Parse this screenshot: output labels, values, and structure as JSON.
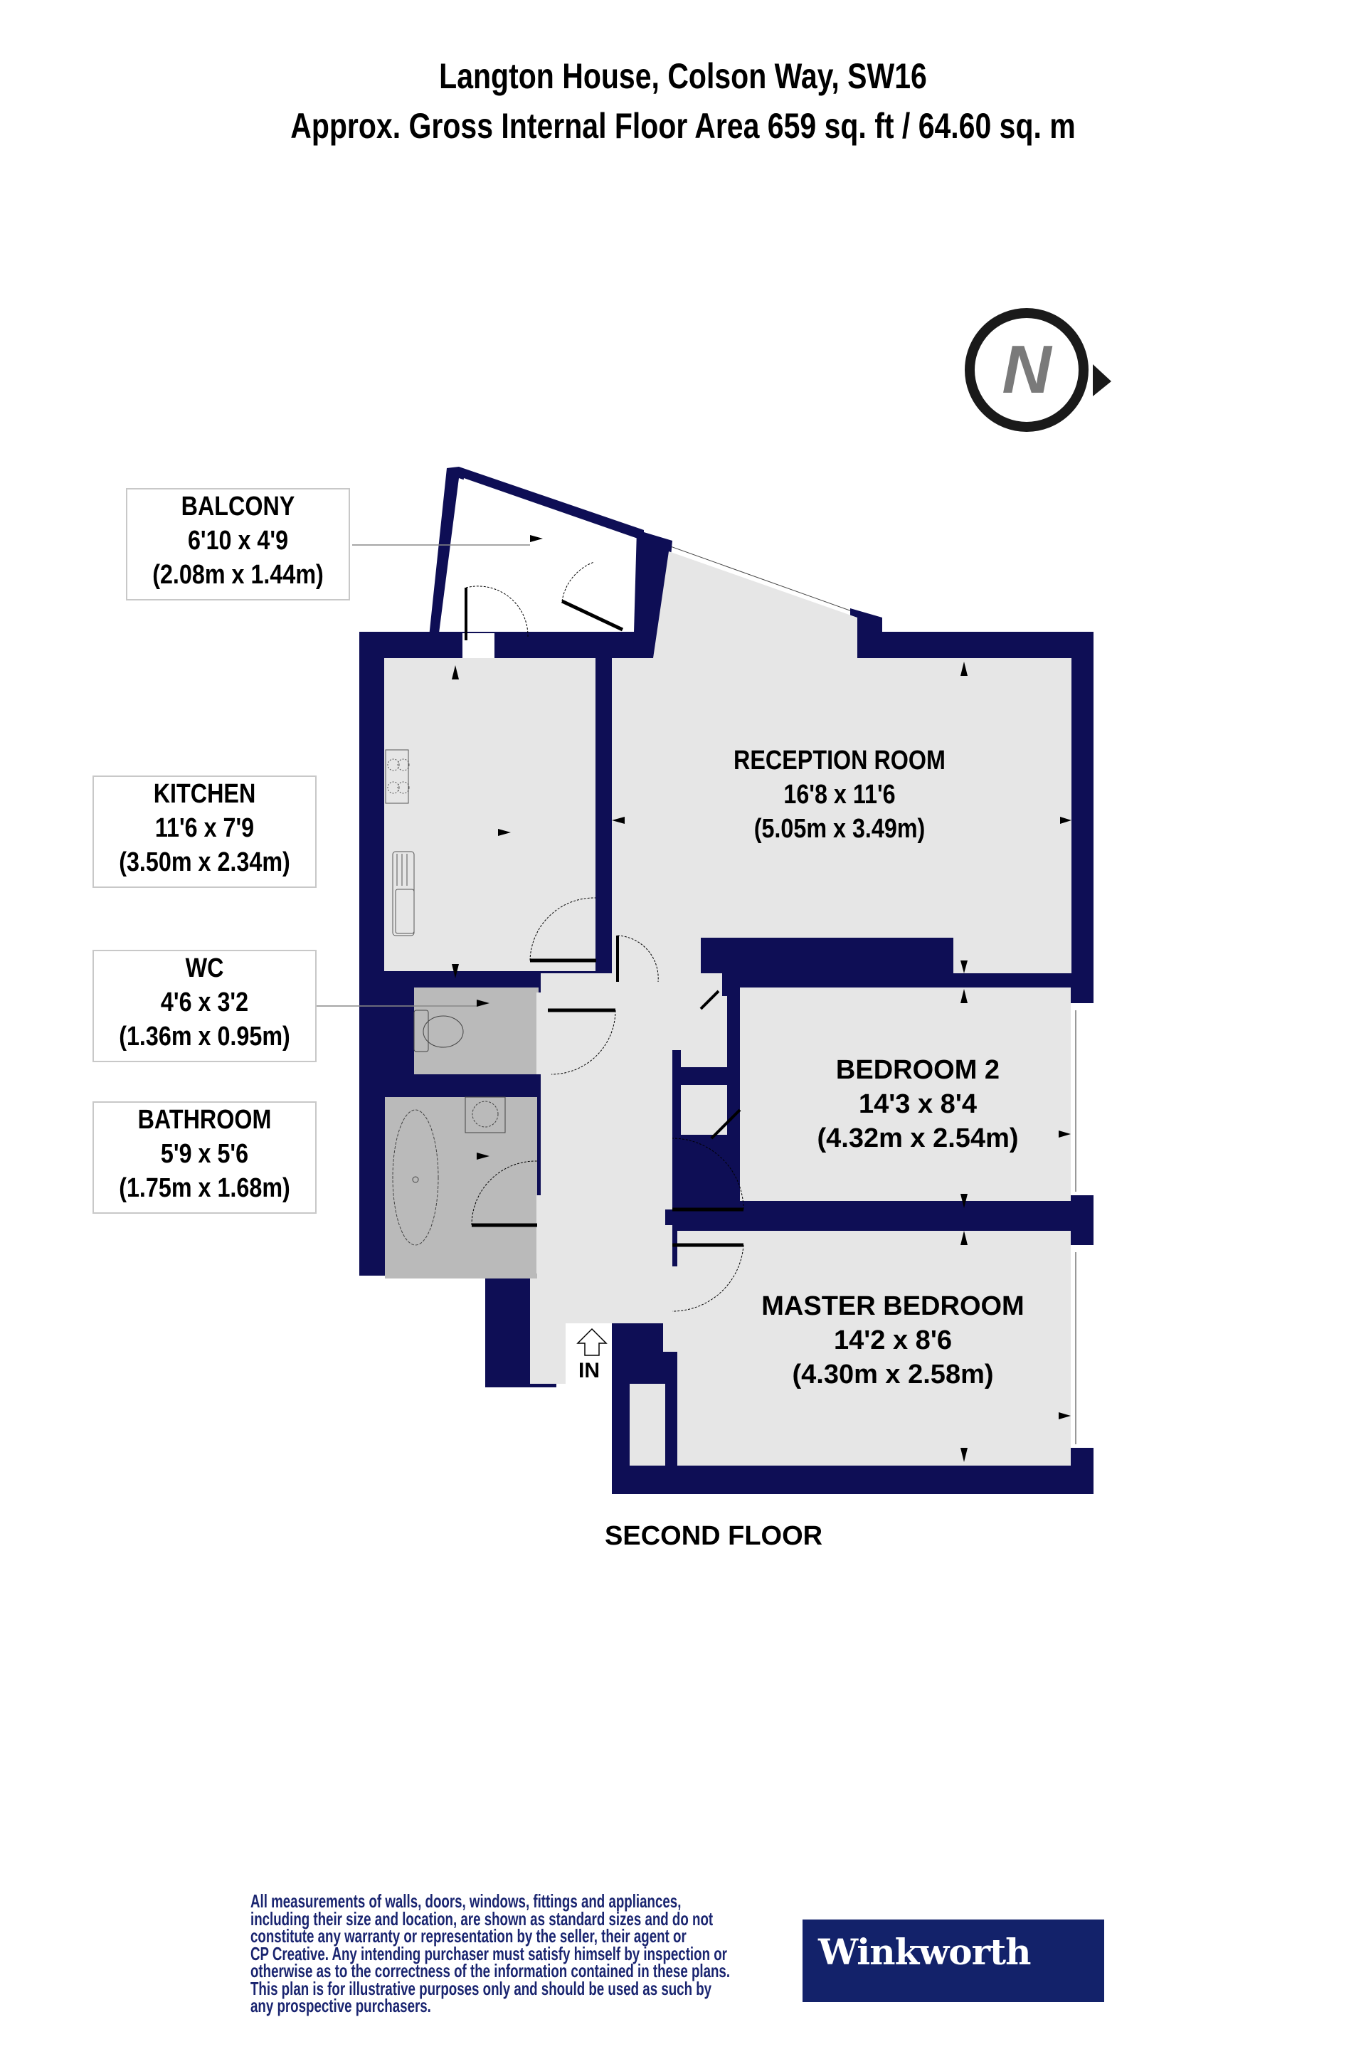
{
  "header": {
    "title": "Langton House, Colson Way, SW16",
    "subtitle": "Approx. Gross Internal Floor Area 659 sq. ft / 64.60 sq. m"
  },
  "compass": {
    "letter": "N",
    "icon": "north-compass-icon"
  },
  "rooms": [
    {
      "name": "BALCONY",
      "imperial": "6'10 x 4'9",
      "metric": "(2.08m x 1.44m)"
    },
    {
      "name": "KITCHEN",
      "imperial": "11'6 x 7'9",
      "metric": "(3.50m x 2.34m)"
    },
    {
      "name": "WC",
      "imperial": "4'6 x 3'2",
      "metric": "(1.36m x 0.95m)"
    },
    {
      "name": "BATHROOM",
      "imperial": "5'9 x 5'6",
      "metric": "(1.75m x 1.68m)"
    },
    {
      "name": "RECEPTION ROOM",
      "imperial": "16'8 x 11'6",
      "metric": "(5.05m x 3.49m)"
    },
    {
      "name": "BEDROOM 2",
      "imperial": "14'3 x 8'4",
      "metric": "(4.32m x 2.54m)"
    },
    {
      "name": "MASTER BEDROOM",
      "imperial": "14'2 x 8'6",
      "metric": "(4.30m x 2.58m)"
    }
  ],
  "entrance": {
    "label": "IN"
  },
  "floor": {
    "label": "SECOND FLOOR"
  },
  "colors": {
    "wall": "#0e0e55",
    "floor": "#e6e6e6",
    "wet_room": "#bababa",
    "brand": "#13226a",
    "disclaimer_text": "#1a2570"
  },
  "footer": {
    "disclaimer": [
      "All measurements of walls, doors, windows, fittings and appliances,",
      "including their size and location, are shown as standard sizes and do not",
      "constitute any warranty or representation by the seller, their agent or",
      "CP Creative. Any intending purchaser must satisfy himself by inspection or",
      "otherwise as to the correctness of the information contained in these plans.",
      "This plan is for illustrative purposes only and should be used as such by",
      "any prospective purchasers."
    ],
    "brand": "Winkworth"
  }
}
